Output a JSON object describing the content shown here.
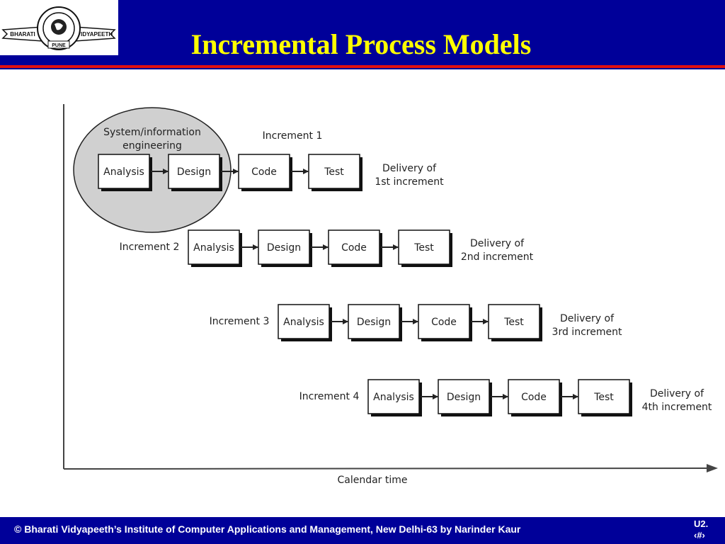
{
  "slide": {
    "title": "Incremental Process Models",
    "footer": "© Bharati Vidyapeeth’s Institute of Computer Applications and Management, New Delhi-63 by Narinder Kaur",
    "page_label": "U2.",
    "page_number": "‹#›"
  },
  "logo": {
    "left_text": "BHARATI",
    "right_text": "VIDYAPEETH",
    "bottom_text": "PUNE"
  },
  "diagram": {
    "highlight_label_line1": "System/information",
    "highlight_label_line2": "engineering",
    "increment_labels": [
      "Increment 1",
      "Increment 2",
      "Increment 3",
      "Increment 4"
    ],
    "stages": [
      "Analysis",
      "Design",
      "Code",
      "Test"
    ],
    "deliveries": [
      [
        "Delivery of",
        "1st increment"
      ],
      [
        "Delivery of",
        "2nd increment"
      ],
      [
        "Delivery of",
        "3rd increment"
      ],
      [
        "Delivery of",
        "4th increment"
      ]
    ],
    "x_axis_label": "Calendar time"
  }
}
